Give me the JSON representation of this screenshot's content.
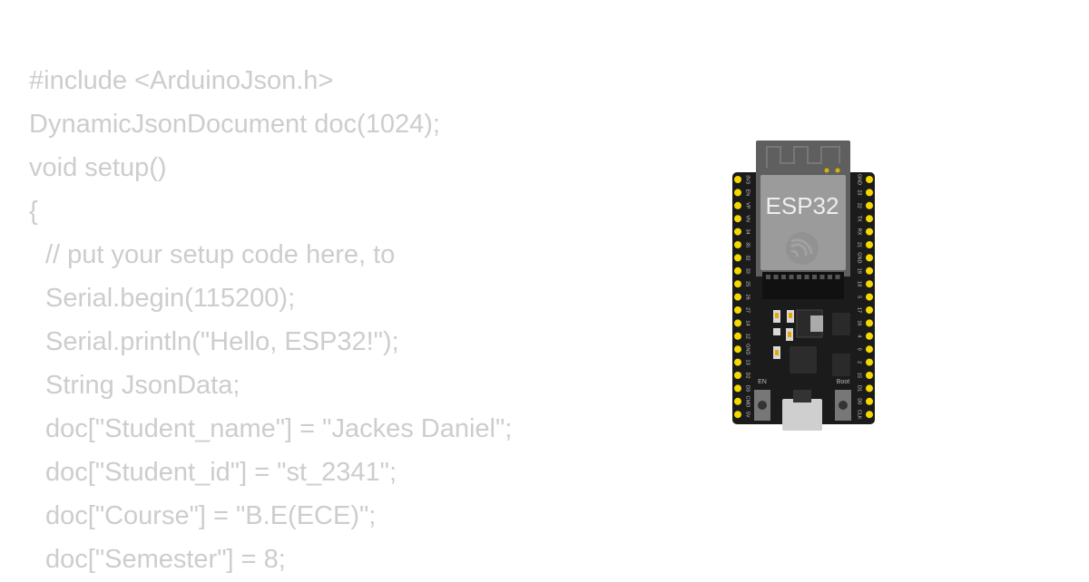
{
  "code_lines": [
    {
      "text": "#include <ArduinoJson.h>",
      "indent": false
    },
    {
      "text": "DynamicJsonDocument doc(1024);",
      "indent": false
    },
    {
      "text": "void setup()",
      "indent": false
    },
    {
      "text": "{",
      "indent": false
    },
    {
      "text": "// put your setup code here, to",
      "indent": true
    },
    {
      "text": "Serial.begin(115200);",
      "indent": true
    },
    {
      "text": "Serial.println(\"Hello, ESP32!\");",
      "indent": true
    },
    {
      "text": "String JsonData;",
      "indent": true
    },
    {
      "text": "doc[\"Student_name\"] = \"Jackes Daniel\";",
      "indent": true
    },
    {
      "text": "doc[\"Student_id\"] = \"st_2341\";",
      "indent": true
    },
    {
      "text": "doc[\"Course\"] = \"B.E(ECE)\";",
      "indent": true
    },
    {
      "text": "doc[\"Semester\"] = 8;",
      "indent": true
    }
  ],
  "board": {
    "chip_label": "ESP32",
    "en_label": "EN",
    "boot_label": "Boot",
    "left_pins": [
      "3V3",
      "EN",
      "VP",
      "VN",
      "34",
      "35",
      "32",
      "33",
      "25",
      "26",
      "27",
      "14",
      "12",
      "GND",
      "13",
      "D2",
      "D3",
      "CMD",
      "5V"
    ],
    "right_pins": [
      "GND",
      "23",
      "22",
      "TX",
      "RX",
      "21",
      "GND",
      "19",
      "18",
      "5",
      "17",
      "16",
      "4",
      "0",
      "2",
      "15",
      "D1",
      "D0",
      "CLK"
    ],
    "colors": {
      "pcb": "#1b1b1b",
      "pin": "#f5d800",
      "module": "#9b9b9b",
      "code_text": "#cdcdcd"
    }
  }
}
